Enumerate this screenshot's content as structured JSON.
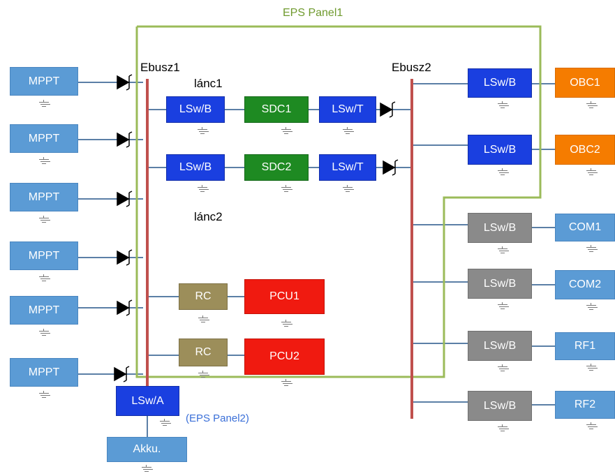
{
  "panel1_label": "EPS Panel1",
  "panel2_label": "(EPS Panel2)",
  "ebusz1": "Ebusz1",
  "ebusz2": "Ebusz2",
  "lanc1": "lánc1",
  "lanc2": "lánc2",
  "mppt": [
    "MPPT",
    "MPPT",
    "MPPT",
    "MPPT",
    "MPPT",
    "MPPT"
  ],
  "chain1": {
    "lsw_b": "LSw/B",
    "sdc": "SDC1",
    "lsw_t": "LSw/T"
  },
  "chain2": {
    "lsw_b": "LSw/B",
    "sdc": "SDC2",
    "lsw_t": "LSw/T"
  },
  "rc": [
    "RC",
    "RC"
  ],
  "pcu": [
    "PCU1",
    "PCU2"
  ],
  "lsw_a": "LSw/A",
  "akku": "Akku.",
  "right_switches": [
    "LSw/B",
    "LSw/B",
    "LSw/B",
    "LSw/B",
    "LSw/B",
    "LSw/B"
  ],
  "loads": [
    "OBC1",
    "OBC2",
    "COM1",
    "COM2",
    "RF1",
    "RF2"
  ],
  "colors": {
    "panel1_border": "#9bbb59",
    "panel2_text": "#3a6fd8",
    "bus": "#c0504d",
    "wire": "#5b7fa6"
  }
}
